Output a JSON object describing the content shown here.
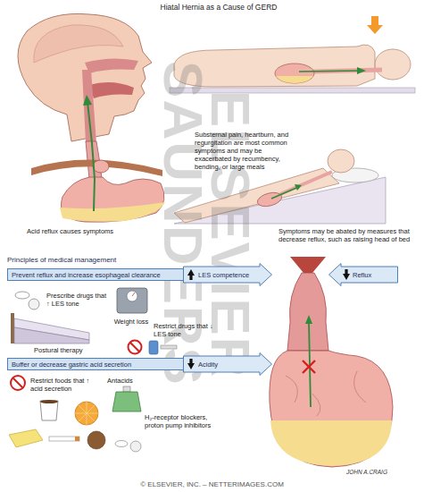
{
  "diagram": {
    "title": "Hiatal Hernia as a Cause of GERD",
    "nodes": [
      {
        "text": [
          "Prevent reflux and increase esophageal clearance"
        ]
      },
      {
        "text": [
          "LES competence"
        ]
      },
      {
        "text": [
          "Reflux"
        ]
      },
      {
        "text": [
          "Buffer or decrease gastric acid secretion"
        ]
      },
      {
        "text": [
          "Acidity"
        ]
      }
    ],
    "labels": [
      "Acid reflux causes symptoms",
      "Substernal pain, heartburn, and regurgitation are most common symptoms and may be exacerbated by recumbency, bending, or large meals",
      "Symptoms may be abated by measures that decrease reflux, such as raising head of bed",
      "Principles of medical management",
      "Prescribe drugs that ↑ LES tone",
      "Weight loss",
      "Restrict drugs that ↓ LES tone",
      "Postural therapy",
      "Restrict foods that ↑ acid secretion",
      "Antacids",
      "H₂-receptor blockers, proton pump inhibitors",
      "JOHN A.CRAIG",
      "SAUNDERS",
      "ELSEVIER",
      "© ELSEVIER, INC. – NETTERIMAGES.COM"
    ]
  }
}
